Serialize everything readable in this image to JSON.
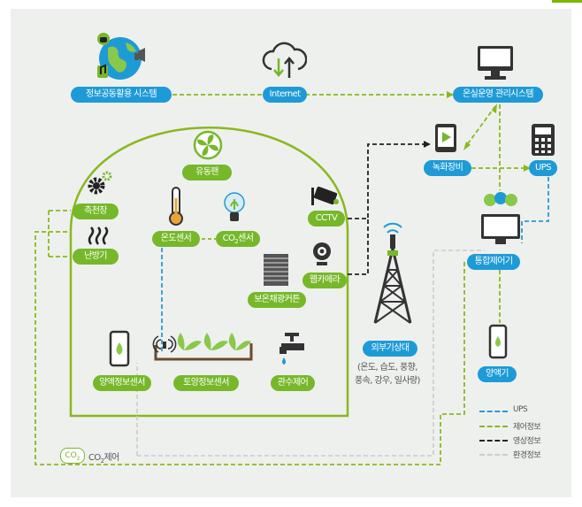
{
  "nodes": {
    "info_system": "정보공동활용 시스템",
    "internet": "Internet",
    "greenhouse_mgmt": "온실운영 관리시스템",
    "recorder": "녹화장비",
    "ups": "UPS",
    "fan": "유동팬",
    "thermostat": "측천장",
    "heater": "난방기",
    "temp_sensor": "온도센서",
    "co2_sensor_pre": "CO",
    "co2_sensor_sub": "2",
    "co2_sensor_post": "센서",
    "cctv": "CCTV",
    "webcam": "웹카메라",
    "curtain": "보온채광커튼",
    "weather_station": "외부기상대",
    "weather_detail_1": "(온도, 습도, 풍향,",
    "weather_detail_2": "풍속, 강우, 일사량)",
    "integrated_controller": "통합제어기",
    "nutrient_sensor": "양액정보센서",
    "soil_sensor": "토양정보센서",
    "irrigation": "관수제어",
    "nutrient_unit": "양액기",
    "co2_badge_pre": "CO",
    "co2_badge_sub": "2",
    "co2_label_pre": "CO",
    "co2_label_sub": "2",
    "co2_label_post": "제어"
  },
  "legend": [
    {
      "label": "UPS",
      "color": "#2b9ad6",
      "style": "dashed"
    },
    {
      "label": "제어정보",
      "color": "#8ab81e",
      "style": "dashed"
    },
    {
      "label": "영상정보",
      "color": "#222222",
      "style": "dashed"
    },
    {
      "label": "환경정보",
      "color": "#cccccc",
      "style": "dashed"
    }
  ],
  "colors": {
    "blue_node": "#1e9bd7",
    "green_node": "#76b82a",
    "greenhouse_outline": "#8ab81e"
  },
  "icons": [
    "globe-icon",
    "cloud-transfer-icon",
    "desktop-icon",
    "video-player-icon",
    "ups-calculator-icon",
    "fan-icon",
    "gear-icon",
    "heat-waves-icon",
    "thermometer-icon",
    "bulb-sensor-icon",
    "cctv-camera-icon",
    "webcam-icon",
    "curtain-icon",
    "tower-icon",
    "plants-icon",
    "water-tap-icon",
    "phone-drop-icon",
    "monitor-icon"
  ]
}
